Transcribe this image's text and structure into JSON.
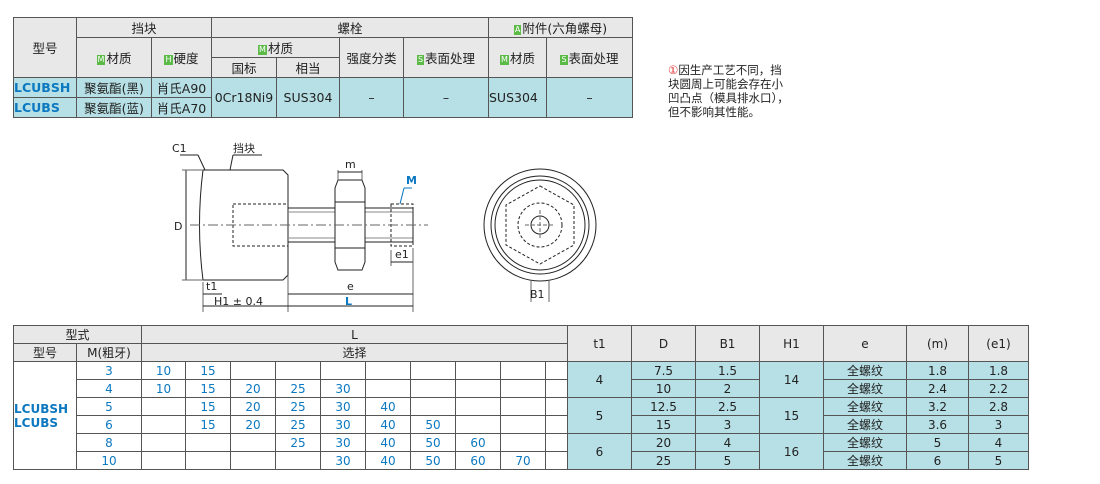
{
  "spec_table": {
    "h_model": "型号",
    "h_block": "挡块",
    "h_bolt": "螺栓",
    "h_acc": "附件(六角螺母)",
    "badge_a": "A",
    "badge_m": "M",
    "badge_h": "H",
    "badge_s": "S",
    "h_material": "材质",
    "h_hardness": "硬度",
    "h_national": "国标",
    "h_equiv": "相当",
    "h_strength": "强度分类",
    "h_surface": "表面处理",
    "rows": [
      {
        "model": "LCUBSH",
        "block_mat": "聚氨酯(黑)",
        "hardness": "肖氏A90"
      },
      {
        "model": "LCUBS",
        "block_mat": "聚氨酯(蓝)",
        "hardness": "肖氏A70"
      }
    ],
    "bolt_national": "0Cr18Ni9",
    "bolt_equiv": "SUS304",
    "bolt_strength": "–",
    "bolt_surface": "–",
    "acc_material": "SUS304",
    "acc_surface": "–"
  },
  "note": {
    "mark": "①",
    "lines": [
      "因生产工艺不同，挡",
      "块圆周上可能会存在小",
      "凹凸点（模具排水口），",
      "但不影响其性能。"
    ]
  },
  "drawing": {
    "c1": "C1",
    "block": "挡块",
    "m_small": "m",
    "M": "M",
    "D": "D",
    "e1": "e1",
    "t1": "t1",
    "e": "e",
    "H1": "H1 ± 0.4",
    "L": "L",
    "B1": "B1"
  },
  "dims_table": {
    "h_type": "型式",
    "h_model": "型号",
    "h_m": "M(粗牙)",
    "h_L": "L",
    "h_select": "选择",
    "h_t1": "t1",
    "h_D": "D",
    "h_B1": "B1",
    "h_H1": "H1",
    "h_e": "e",
    "h_mm": "(m)",
    "h_e1": "(e1)",
    "model_a": "LCUBSH",
    "model_b": "LCUBS",
    "rows": [
      {
        "M": "3",
        "L": [
          "10",
          "15",
          "",
          "",
          "",
          "",
          "",
          "",
          "",
          ""
        ],
        "D": "7.5",
        "B1": "1.5",
        "e": "全螺纹",
        "m": "1.8",
        "e1": "1.8"
      },
      {
        "M": "4",
        "L": [
          "10",
          "15",
          "20",
          "25",
          "30",
          "",
          "",
          "",
          "",
          ""
        ],
        "D": "10",
        "B1": "2",
        "e": "全螺纹",
        "m": "2.4",
        "e1": "2.2"
      },
      {
        "M": "5",
        "L": [
          "",
          "15",
          "20",
          "25",
          "30",
          "40",
          "",
          "",
          "",
          ""
        ],
        "D": "12.5",
        "B1": "2.5",
        "e": "全螺纹",
        "m": "3.2",
        "e1": "2.8"
      },
      {
        "M": "6",
        "L": [
          "",
          "15",
          "20",
          "25",
          "30",
          "40",
          "50",
          "",
          "",
          ""
        ],
        "D": "15",
        "B1": "3",
        "e": "全螺纹",
        "m": "3.6",
        "e1": "3"
      },
      {
        "M": "8",
        "L": [
          "",
          "",
          "",
          "25",
          "30",
          "40",
          "50",
          "60",
          "",
          ""
        ],
        "D": "20",
        "B1": "4",
        "e": "全螺纹",
        "m": "5",
        "e1": "4"
      },
      {
        "M": "10",
        "L": [
          "",
          "",
          "",
          "",
          "30",
          "40",
          "50",
          "60",
          "70",
          ""
        ],
        "D": "25",
        "B1": "5",
        "e": "全螺纹",
        "m": "6",
        "e1": "5"
      }
    ],
    "t1": [
      "4",
      "5",
      "6"
    ],
    "H1": [
      "14",
      "15",
      "16"
    ]
  }
}
